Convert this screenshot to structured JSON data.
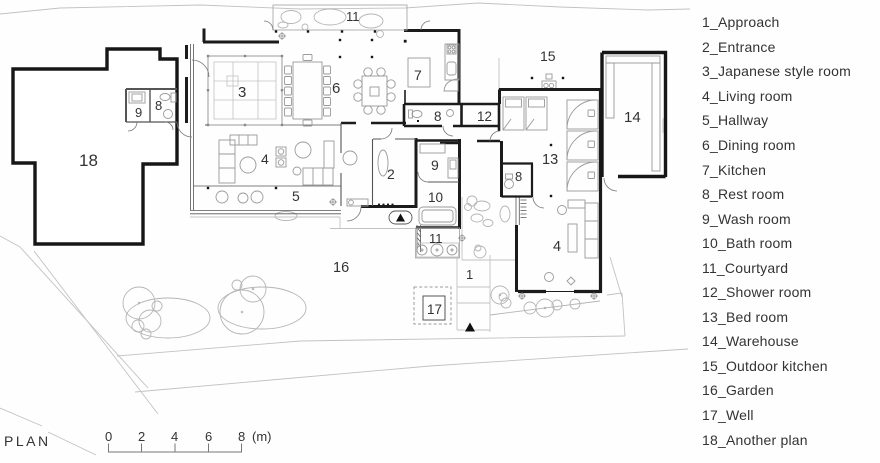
{
  "title": {
    "text": "PLAN"
  },
  "scalebar": {
    "ticks": [
      "0",
      "2",
      "4",
      "6",
      "8"
    ],
    "unit": "(m)"
  },
  "legend": {
    "items": [
      "1_Approach",
      "2_Entrance",
      "3_Japanese style room",
      "4_Living room",
      "5_Hallway",
      "6_Dining room",
      "7_Kitchen",
      "8_Rest room",
      "9_Wash room",
      "10_Bath room",
      "11_Courtyard",
      "12_Shower room",
      "13_Bed room",
      "14_Warehouse",
      "15_Outdoor kitchen",
      "16_Garden",
      "17_Well",
      "18_Another plan"
    ]
  },
  "plan": {
    "labels": {
      "another_plan": "18",
      "wash_18": "9",
      "rest_18": "8",
      "japanese": "3",
      "dining": "6",
      "kitchen": "7",
      "courtyard_top": "11",
      "rest_main": "8",
      "shower": "12",
      "outdoor_kitchen": "15",
      "warehouse": "14",
      "living_main": "4",
      "hallway": "5",
      "entrance": "2",
      "wash_main": "9",
      "bath": "10",
      "courtyard_south": "11",
      "bed": "13",
      "rest_wing": "8",
      "living_wing": "4",
      "garden": "16",
      "well": "17",
      "approach": "1"
    }
  },
  "colors": {
    "wall": "#1b1b1b",
    "partition": "#555555",
    "furniture": "#9a9a9a",
    "site": "#c2c2c2",
    "text": "#333333",
    "background": "#fefefe"
  }
}
